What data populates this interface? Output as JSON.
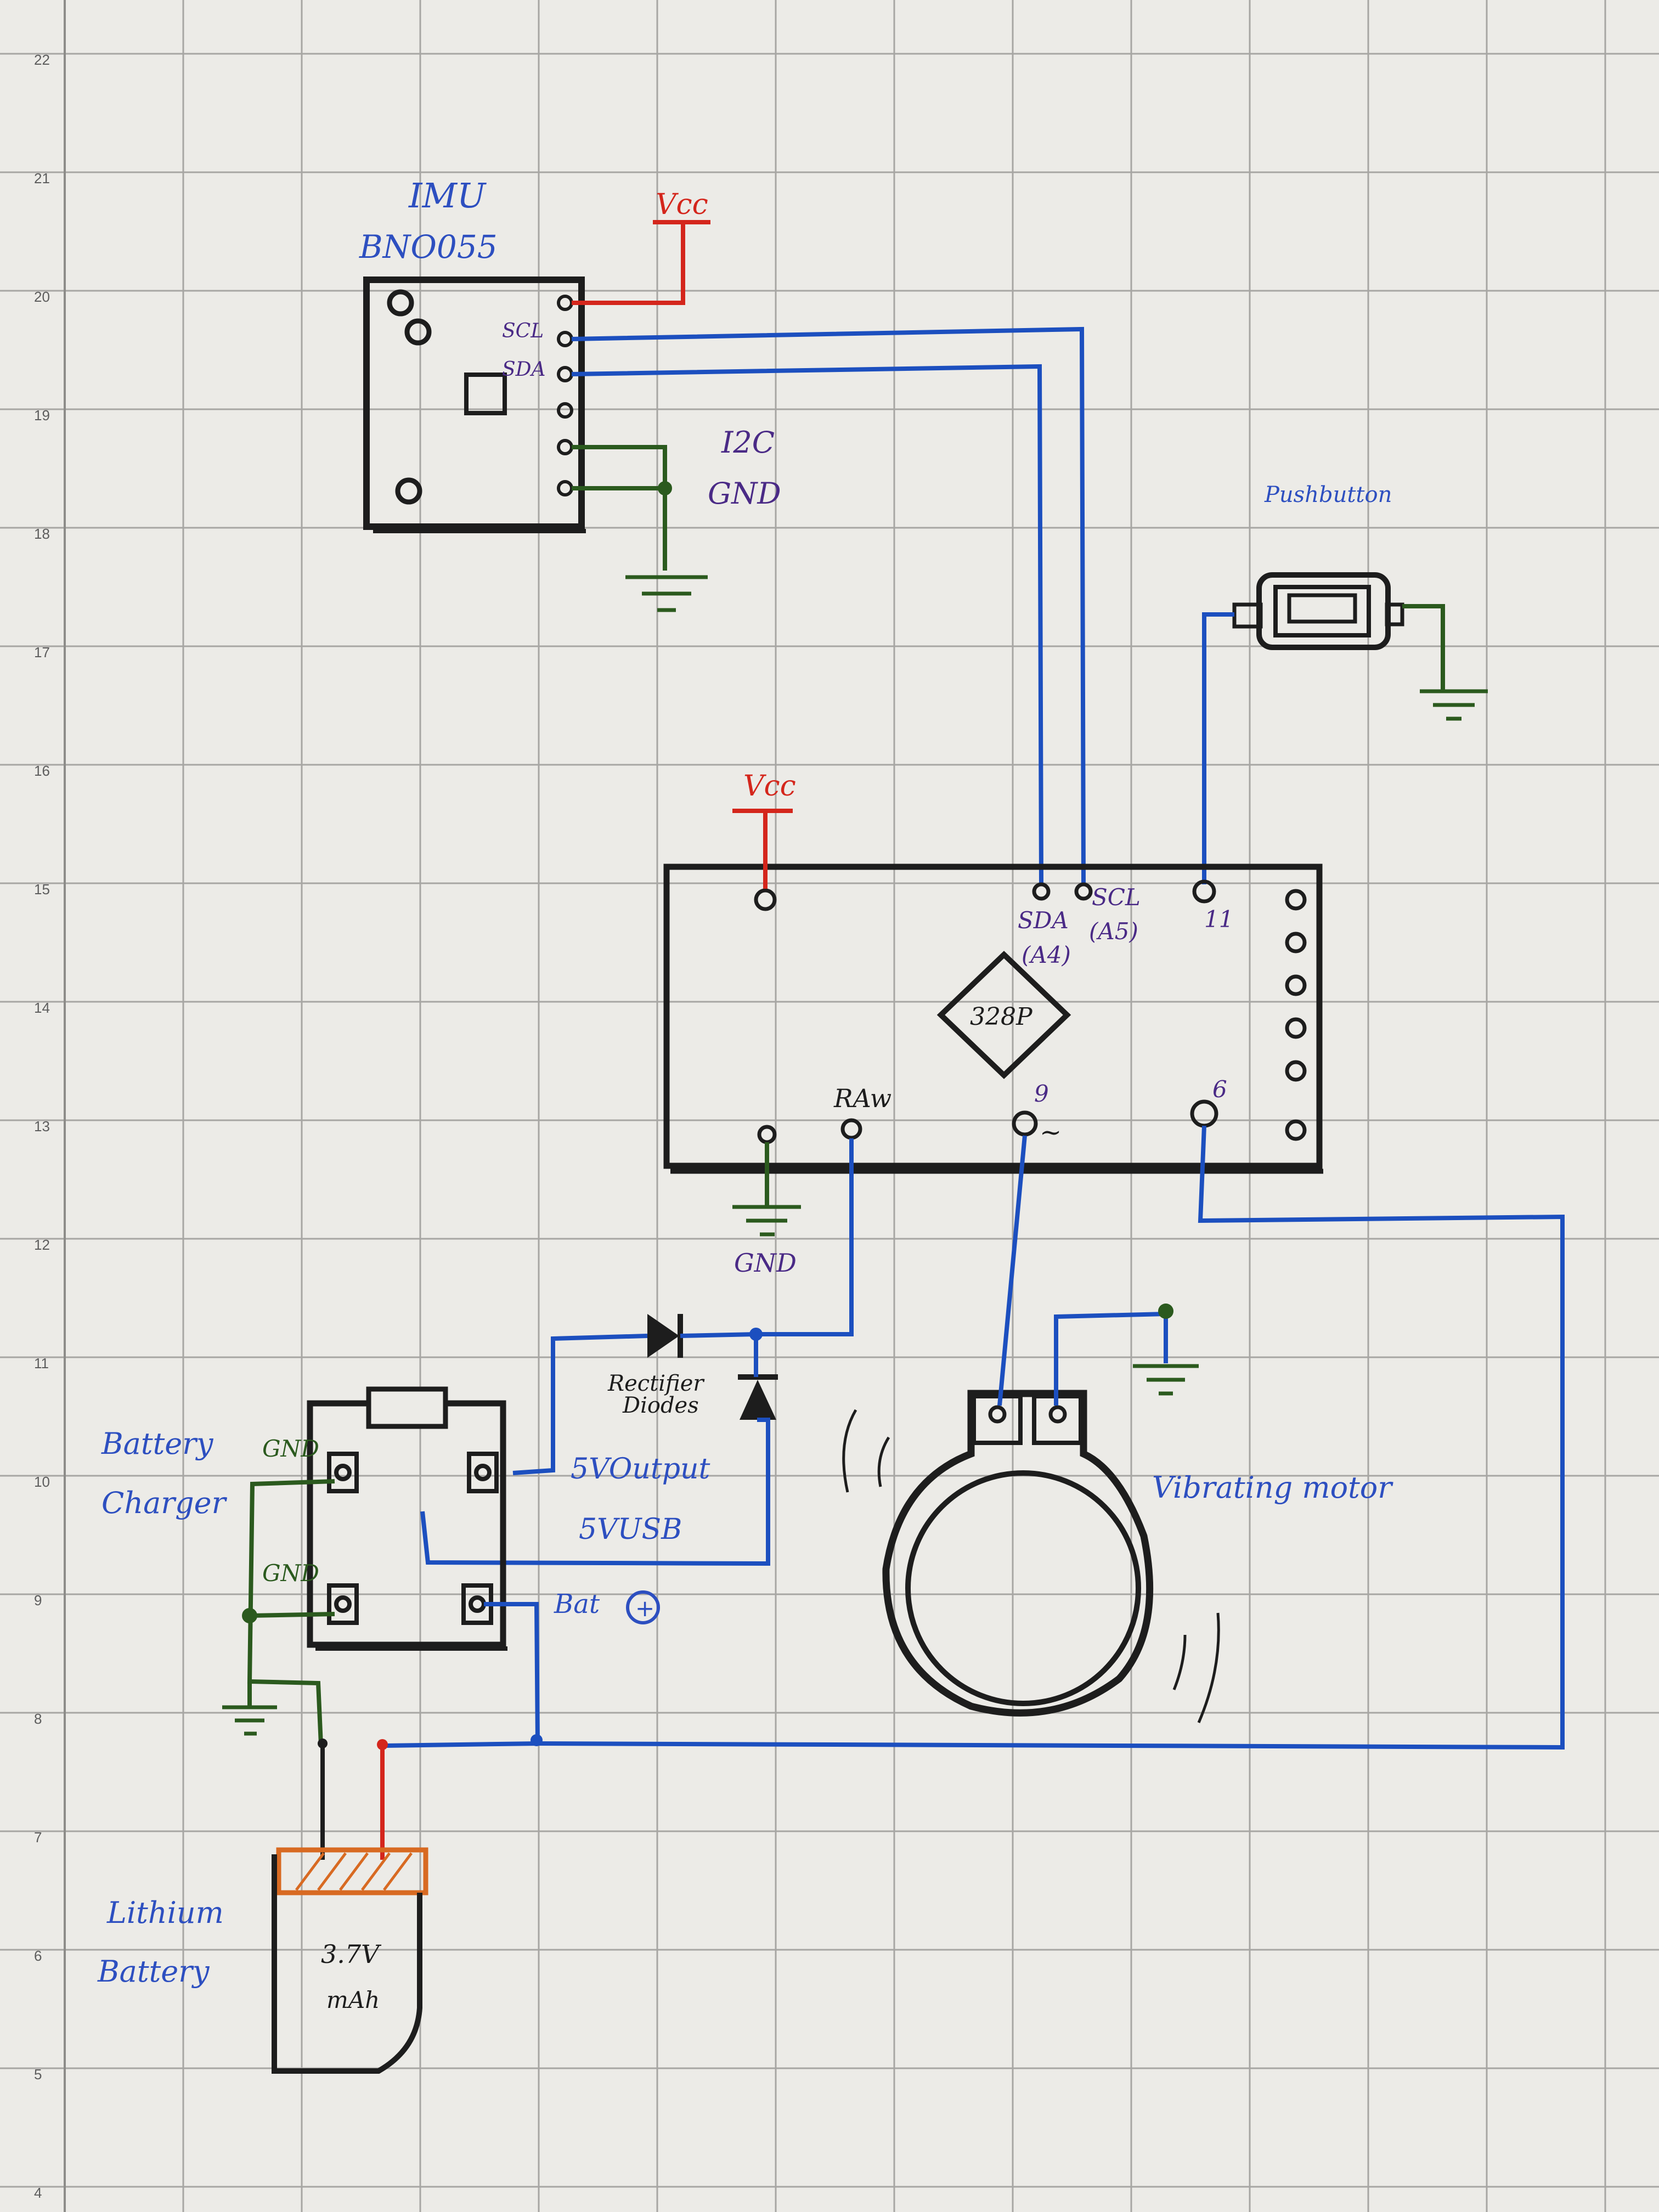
{
  "row_numbers": [
    "22",
    "21",
    "20",
    "19",
    "18",
    "17",
    "16",
    "15",
    "14",
    "13",
    "12",
    "11",
    "10",
    "9",
    "8",
    "7",
    "6",
    "5",
    "4"
  ],
  "imu": {
    "title": "IMU",
    "part": "BNO055",
    "pin_scl": "SCL",
    "pin_sda": "SDA",
    "label_i2c": "I2C",
    "label_gnd": "GND"
  },
  "vcc_label": "Vcc",
  "pushbutton_label": "Pushbutton",
  "mcu": {
    "chip": "328P",
    "pin_sda": "SDA",
    "pin_sda_alt": "(A4)",
    "pin_scl": "SCL",
    "pin_scl_alt": "(A5)",
    "pin_11": "11",
    "pin_raw": "RAw",
    "pin_9": "9",
    "pin_9_pwm": "~",
    "pin_6": "6",
    "gnd": "GND"
  },
  "diodes_label_1": "Rectifier",
  "diodes_label_2": "Diodes",
  "charger": {
    "label_1": "Battery",
    "label_2": "Charger",
    "gnd_top": "GND",
    "gnd_bottom": "GND",
    "out_5v": "5VOutput",
    "usb_5v": "5VUSB",
    "bat_plus": "Bat",
    "plus_sign": "+"
  },
  "motor_label": "Vibrating motor",
  "battery": {
    "label_1": "Lithium",
    "label_2": "Battery",
    "voltage": "3.7V",
    "capacity": "mAh"
  },
  "colors": {
    "paper": "#ecebe7",
    "grid": "#a7a6a3",
    "wire_blue": "#1c4fbf",
    "wire_red": "#d4261c",
    "wire_green": "#2b5a1e",
    "ink_black": "#1d1d1d",
    "label_blue": "#2d4fc0",
    "label_purple": "#4a2a86",
    "orange": "#d86a22"
  }
}
